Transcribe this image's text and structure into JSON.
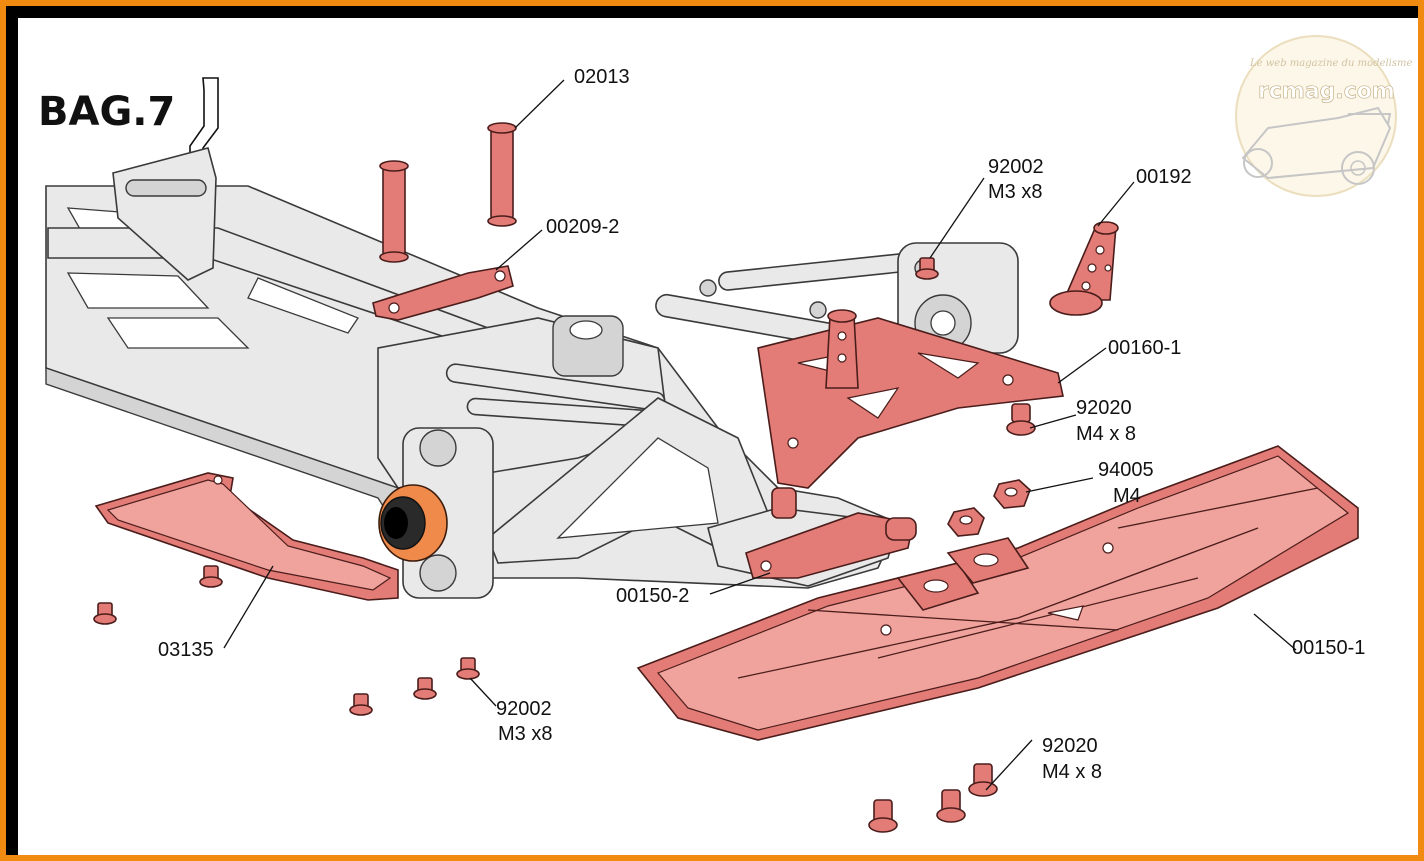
{
  "title": "BAG.7",
  "watermark": {
    "brand": "rcmag.com",
    "tagline": "Le web magazine du modelisme"
  },
  "colors": {
    "frame": "#f08a10",
    "highlighted_parts": "#e37c77",
    "chassis": "#e9e9e9",
    "outline": "#3a3a3a"
  },
  "parts": [
    {
      "id": "p-02013",
      "code": "02013"
    },
    {
      "id": "p-00209-2",
      "code": "00209-2"
    },
    {
      "id": "p-92002-top",
      "code": "92002",
      "spec": "M3 x8"
    },
    {
      "id": "p-00192",
      "code": "00192"
    },
    {
      "id": "p-00160-1",
      "code": "00160-1"
    },
    {
      "id": "p-92020-mid",
      "code": "92020",
      "spec": "M4 x 8"
    },
    {
      "id": "p-94005",
      "code": "94005",
      "spec": "M4"
    },
    {
      "id": "p-00150-2",
      "code": "00150-2"
    },
    {
      "id": "p-00150-1",
      "code": "00150-1"
    },
    {
      "id": "p-03135",
      "code": "03135"
    },
    {
      "id": "p-92002-bottom",
      "code": "92002",
      "spec": "M3 x8"
    },
    {
      "id": "p-92020-bottom",
      "code": "92020",
      "spec": "M4 x 8"
    }
  ]
}
